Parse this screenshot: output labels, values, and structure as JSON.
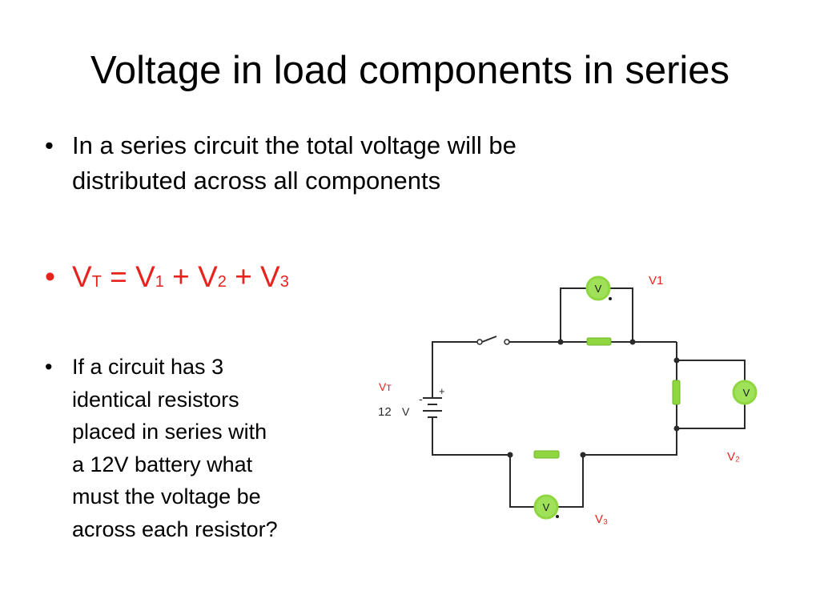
{
  "slide": {
    "title": "Voltage in load components in series"
  },
  "bullets": {
    "b1": {
      "marker": "•",
      "text": "In a series circuit the total voltage will be distributed across all components"
    },
    "b2": {
      "marker": "•",
      "color": "#e8231e",
      "equation": [
        {
          "base": "V",
          "sub": "T"
        },
        {
          "op": " = "
        },
        {
          "base": "V",
          "sub": "1"
        },
        {
          "op": " + "
        },
        {
          "base": "V",
          "sub": "2"
        },
        {
          "op": " + "
        },
        {
          "base": "V",
          "sub": "3"
        }
      ]
    },
    "b3": {
      "marker": "•",
      "lines": [
        "If a circuit has 3",
        "identical resistors",
        "placed in series with",
        "a 12V battery what",
        "must the voltage be",
        "across each resistor?"
      ]
    }
  },
  "circuit": {
    "labels": {
      "vt": "Vт",
      "battery_value": "12",
      "battery_unit": "V",
      "v1": "V1",
      "v2": "V₂",
      "v3": "V₃"
    },
    "battery_plus": "+",
    "battery_minus": "-",
    "meter_symbol": "V",
    "colors": {
      "wire": "#2a2a2a",
      "resistor": "#8fd640",
      "meter_ring": "#8fd640",
      "meter_fill": "#9fe25a",
      "label_red": "#e8231e"
    }
  }
}
